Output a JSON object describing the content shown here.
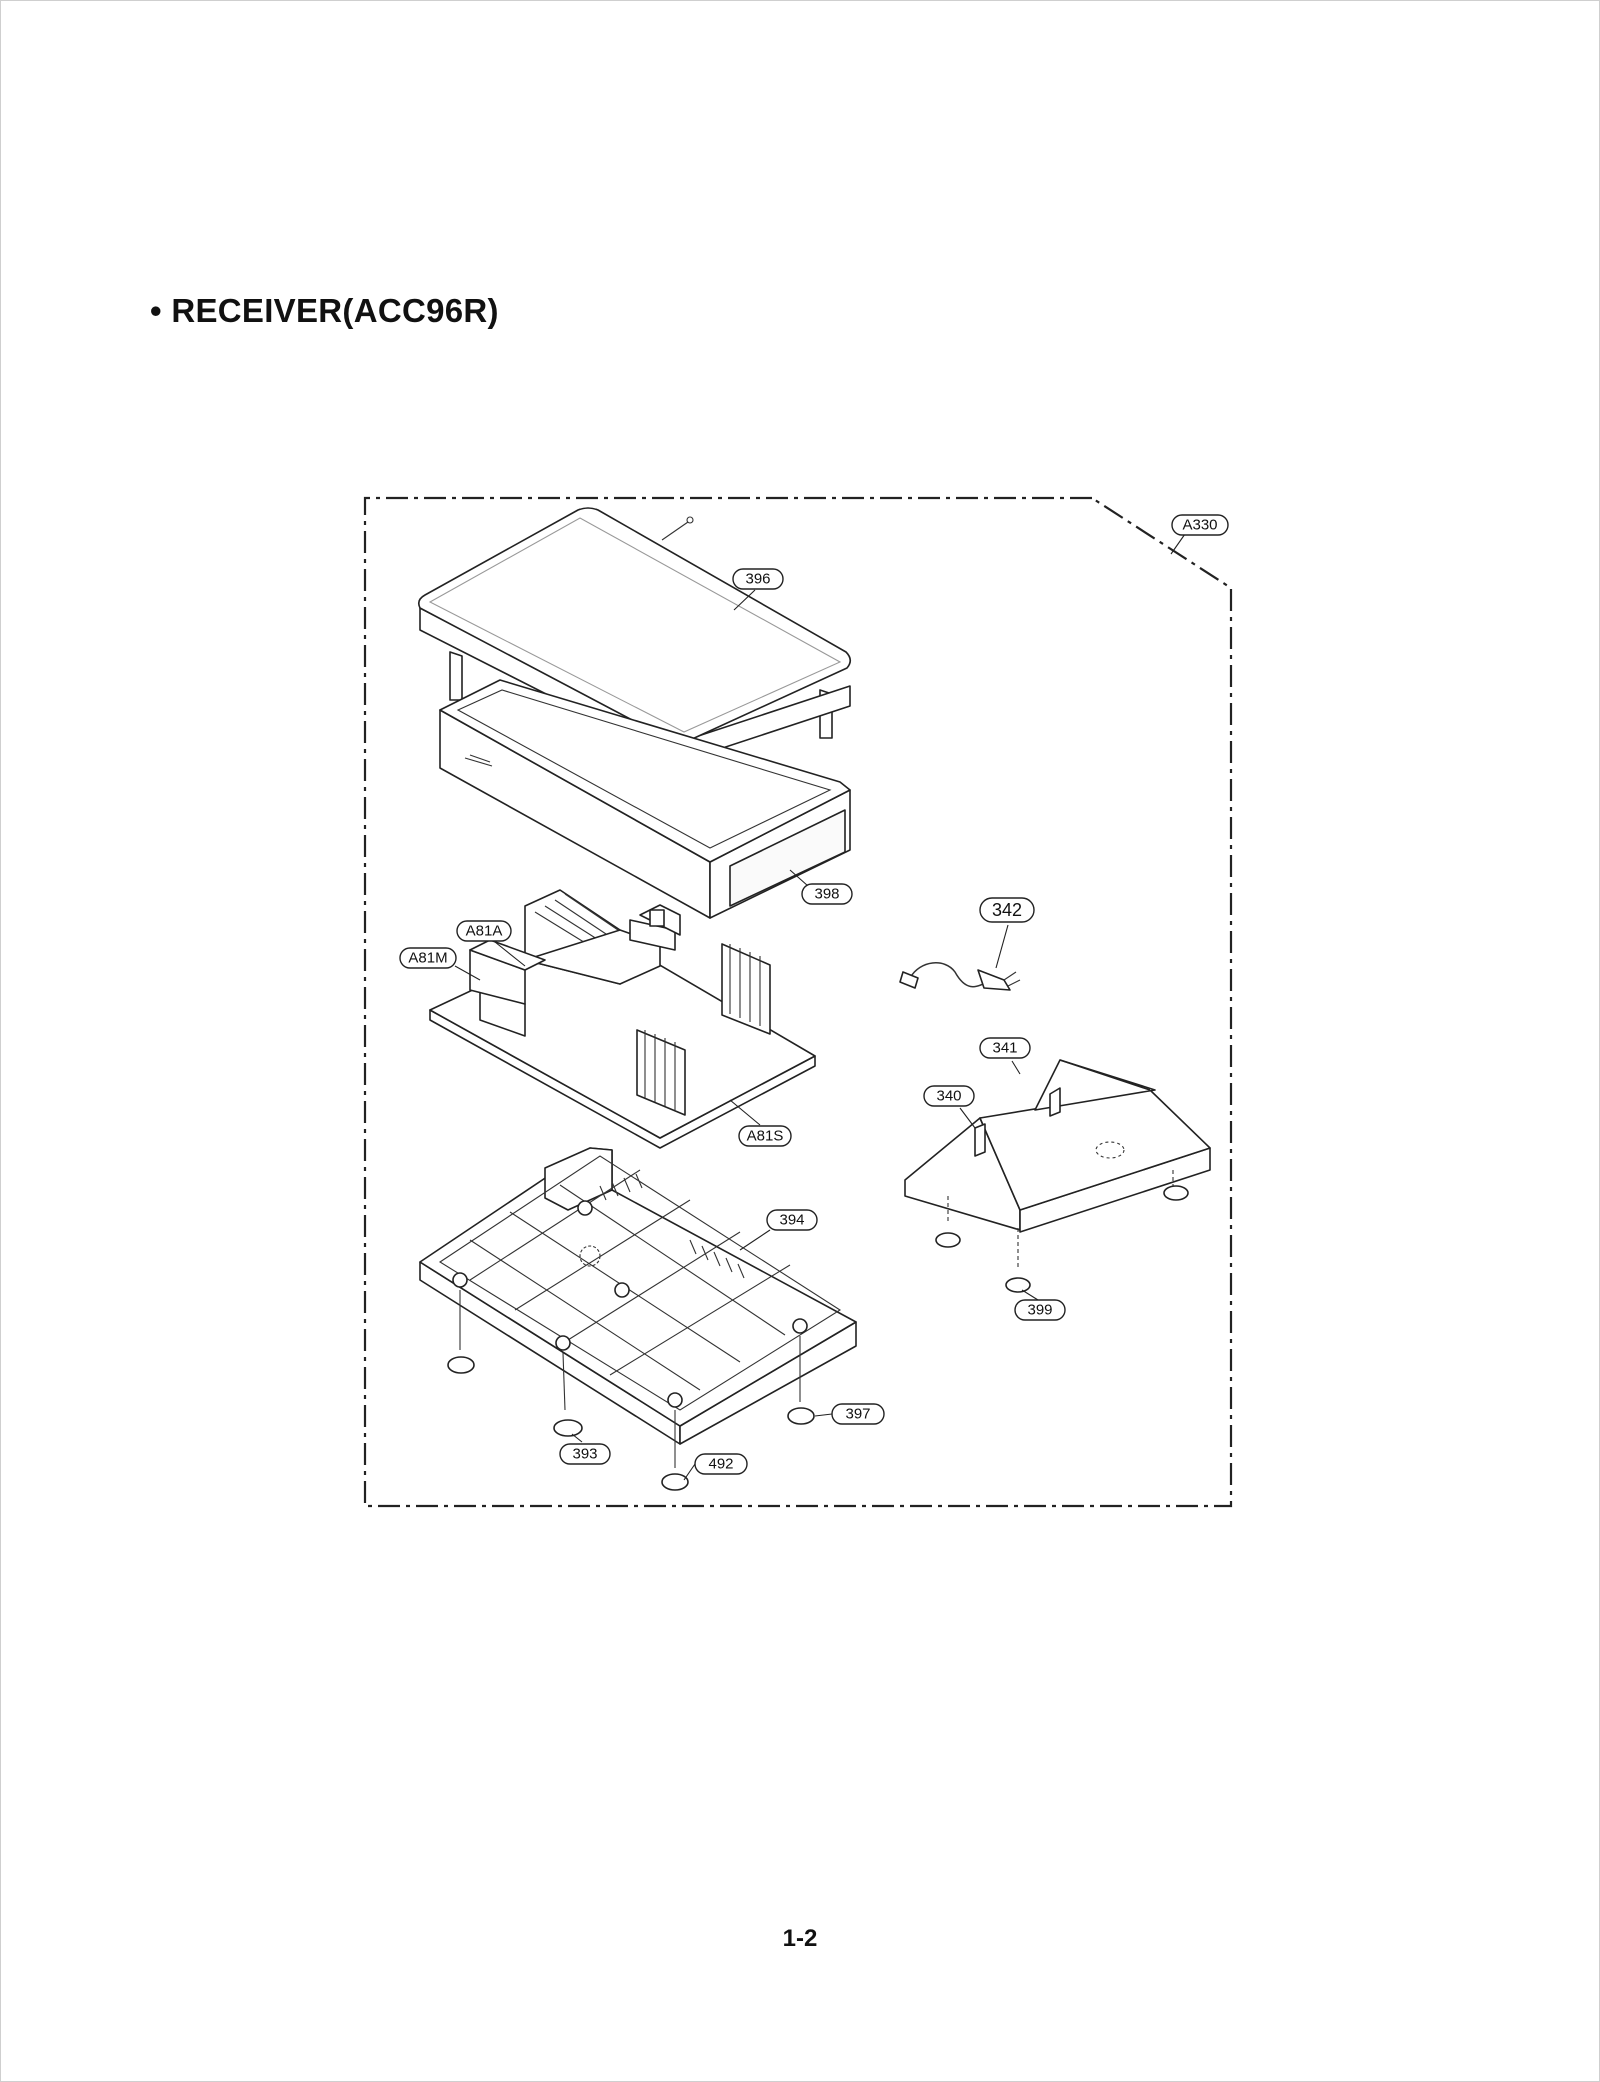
{
  "page": {
    "title": "• RECEIVER(ACC96R)",
    "page_number": "1-2"
  },
  "diagram": {
    "callouts": {
      "a330": "A330",
      "p396": "396",
      "p398": "398",
      "p342": "342",
      "a81a": "A81A",
      "a81m": "A81M",
      "a81s": "A81S",
      "p341": "341",
      "p340": "340",
      "p394": "394",
      "p399": "399",
      "p397": "397",
      "p393": "393",
      "p492": "492"
    }
  }
}
